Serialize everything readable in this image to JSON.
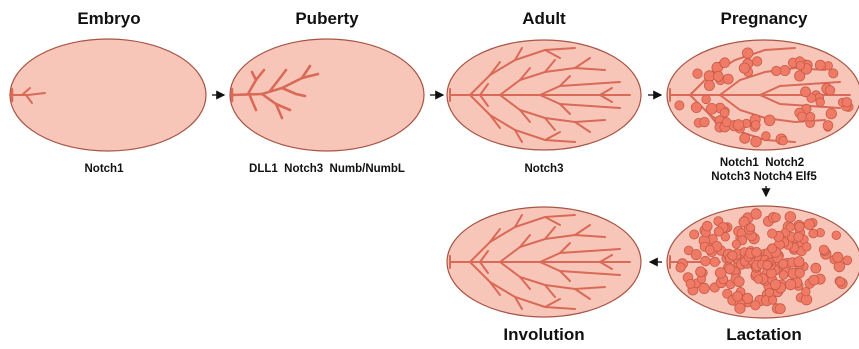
{
  "stages": {
    "embryo": {
      "title": "Embryo",
      "genes": "Notch1"
    },
    "puberty": {
      "title": "Puberty",
      "genes": "DLL1  Notch3  Numb/NumbL"
    },
    "adult": {
      "title": "Adult",
      "genes": "Notch3"
    },
    "pregnancy": {
      "title": "Pregnancy",
      "genes_line1": "Notch1  Notch2",
      "genes_line2": "Notch3 Notch4 Elf5"
    },
    "lactation": {
      "title": "Lactation"
    },
    "involution": {
      "title": "Involution"
    }
  },
  "colors": {
    "gland_fill": "#f8c6b8",
    "gland_stroke": "#a65545",
    "duct": "#d96a57",
    "alveoli": "#ef7b66"
  }
}
